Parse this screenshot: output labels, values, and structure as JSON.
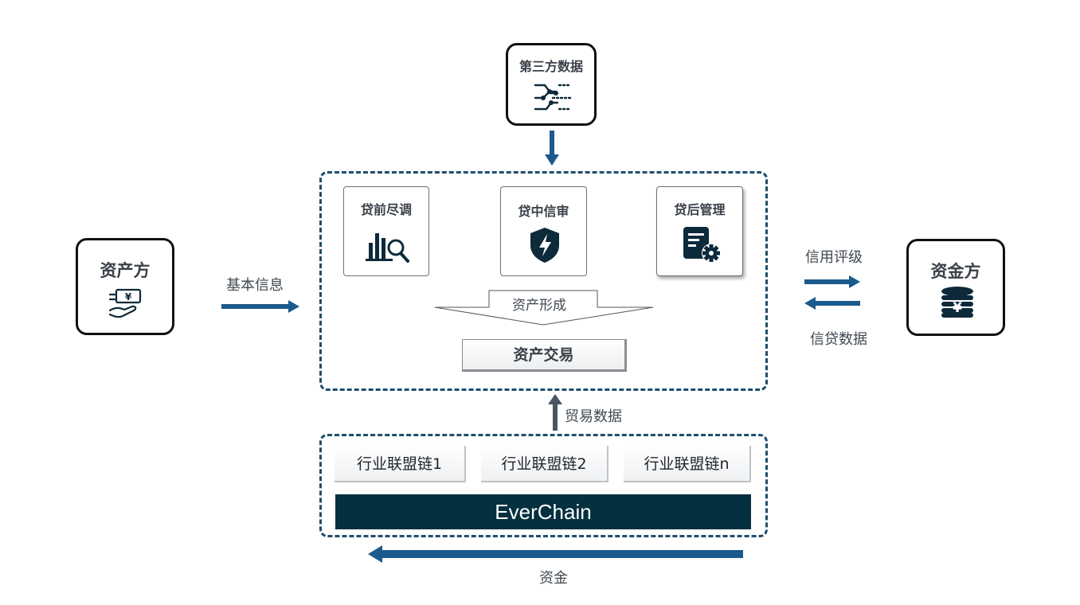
{
  "third_party": {
    "title": "第三方数据",
    "icon": "data-flow-icon"
  },
  "asset_party": {
    "title": "资产方",
    "icon": "yuan-hand-icon"
  },
  "fund_party": {
    "title": "资金方",
    "icon": "yuan-coins-icon"
  },
  "platform": {
    "cards": [
      {
        "title": "贷前尽调",
        "icon": "chart-magnifier-icon"
      },
      {
        "title": "贷中信审",
        "icon": "shield-bolt-icon"
      },
      {
        "title": "贷后管理",
        "icon": "document-gear-icon"
      }
    ],
    "asset_formation": "资产形成",
    "asset_trading": "资产交易"
  },
  "flows": {
    "basic_info": "基本信息",
    "credit_rating": "信用评级",
    "credit_data": "信贷数据",
    "trade_data": "贸易数据",
    "funds": "资金"
  },
  "chains": {
    "items": [
      "行业联盟链1",
      "行业联盟链2",
      "行业联盟链n"
    ],
    "base": "EverChain"
  },
  "colors": {
    "arrow": "#1b5a8c",
    "dark_bar": "#04303f",
    "dash": "#1d4e6e"
  }
}
